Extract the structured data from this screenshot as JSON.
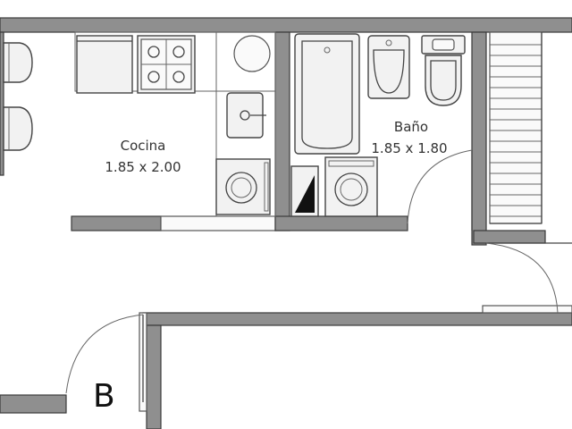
{
  "rooms": {
    "kitchen": {
      "name": "Cocina",
      "dims": "1.85 x 2.00"
    },
    "bath": {
      "name": "Baño",
      "dims": "1.85 x 1.80"
    }
  },
  "unit": {
    "letter": "B"
  }
}
